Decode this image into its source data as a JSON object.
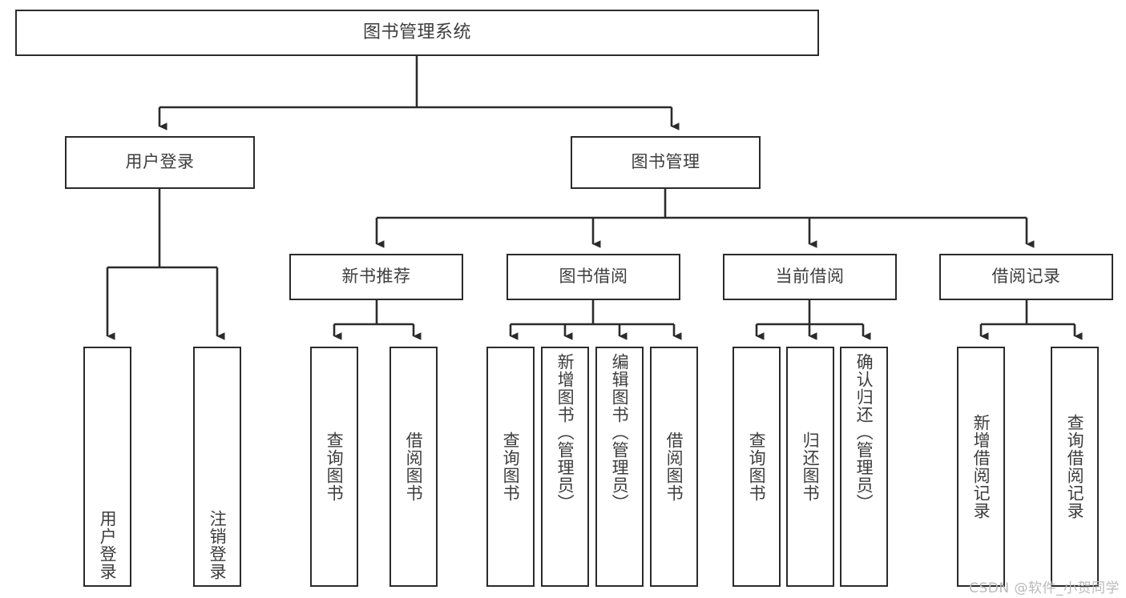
{
  "diagram": {
    "title": "图书管理系统",
    "type": "hierarchy-tree",
    "watermark": "CSDN @软件_小贺同学",
    "colors": {
      "border": "#2b2b2b",
      "text": "#3d3d3d",
      "background": "#ffffff",
      "edge": "#2b2b2b",
      "watermark": "#b9b9b9"
    },
    "root": {
      "label": "图书管理系统"
    },
    "level2": [
      {
        "label": "用户登录"
      },
      {
        "label": "图书管理"
      }
    ],
    "level3": [
      {
        "label": "新书推荐"
      },
      {
        "label": "图书借阅"
      },
      {
        "label": "当前借阅"
      },
      {
        "label": "借阅记录"
      }
    ],
    "leaves": {
      "user_login": [
        {
          "label": "用户登录"
        },
        {
          "label": "注销登录"
        }
      ],
      "new_book": [
        {
          "label": "查询图书"
        },
        {
          "label": "借阅图书"
        }
      ],
      "borrow": [
        {
          "label": "查询图书"
        },
        {
          "label": "新增图书（管理员）"
        },
        {
          "label": "编辑图书（管理员）"
        },
        {
          "label": "借阅图书"
        }
      ],
      "current": [
        {
          "label": "查询图书"
        },
        {
          "label": "归还图书"
        },
        {
          "label": "确认归还（管理员）"
        }
      ],
      "records": [
        {
          "label": "新增借阅记录"
        },
        {
          "label": "查询借阅记录"
        }
      ]
    }
  }
}
